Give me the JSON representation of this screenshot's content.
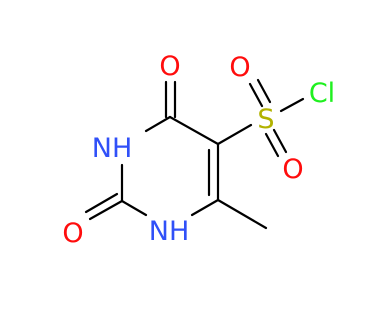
{
  "molecule": {
    "atoms": {
      "o_top": {
        "label": "O",
        "color": "#ff0d0d"
      },
      "nh_left": {
        "label": "NH",
        "color": "#3050f8"
      },
      "o_left": {
        "label": "O",
        "color": "#ff0d0d"
      },
      "nh_bot": {
        "label": "NH",
        "color": "#3050f8"
      },
      "s": {
        "label": "S",
        "color": "#b2b200"
      },
      "o_s_top": {
        "label": "O",
        "color": "#ff0d0d"
      },
      "o_s_bot": {
        "label": "O",
        "color": "#ff0d0d"
      },
      "cl": {
        "label": "Cl",
        "color": "#1ff01f"
      }
    },
    "bond_color": "#000000"
  }
}
